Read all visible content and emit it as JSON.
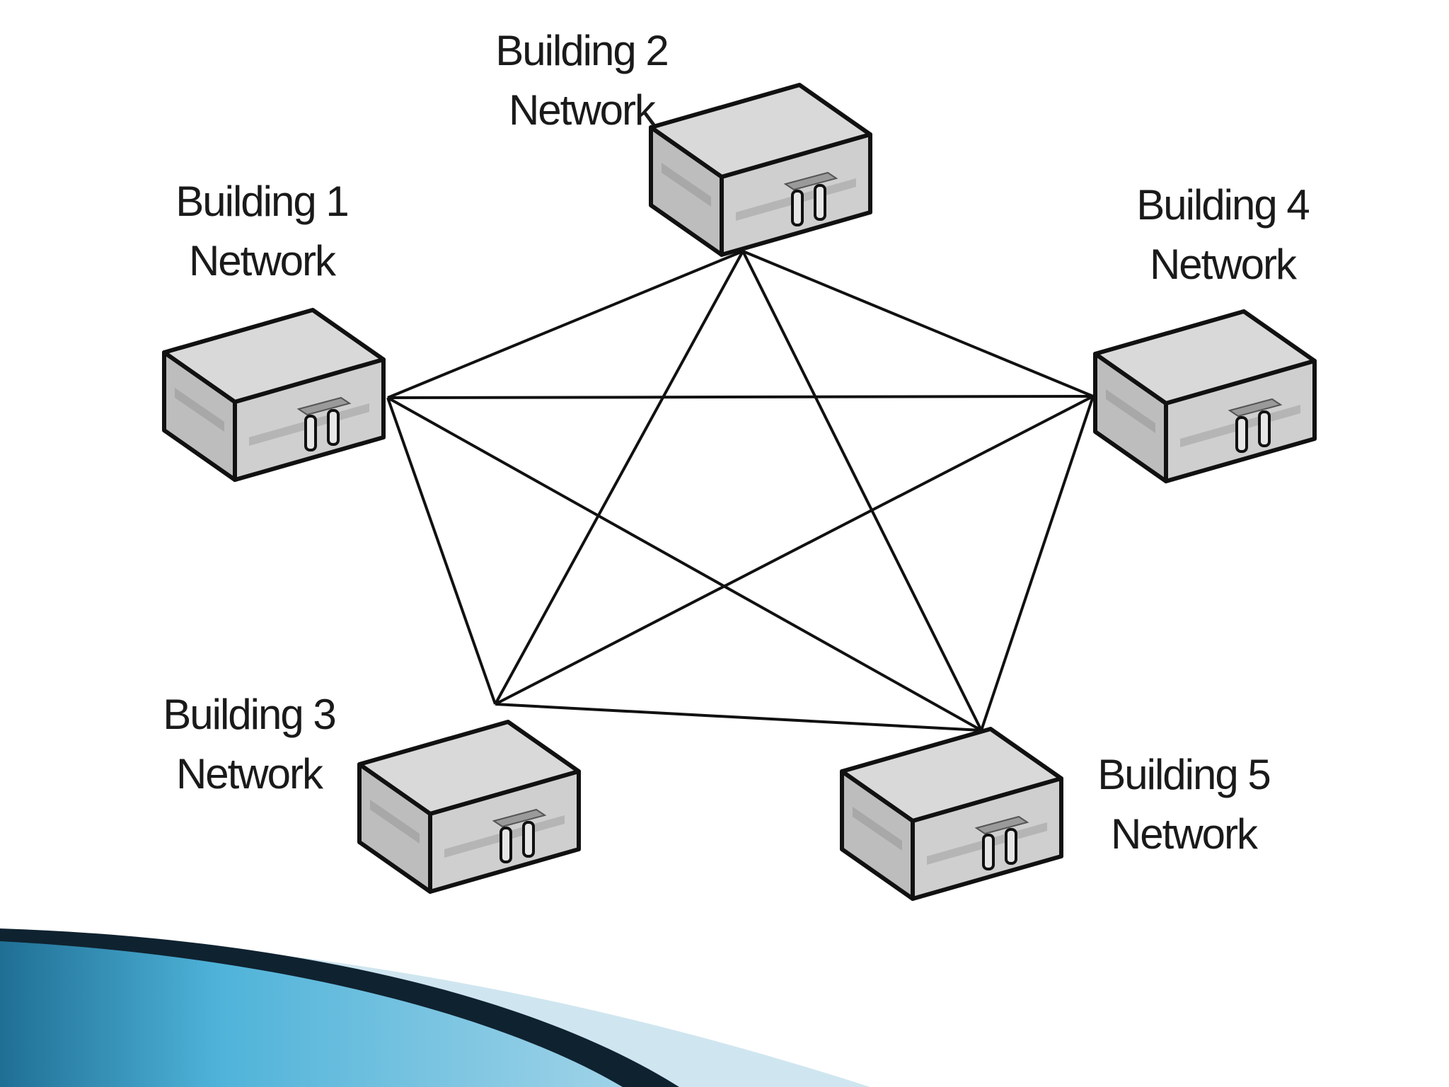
{
  "diagram": {
    "nodes": [
      {
        "id": "b1",
        "line1": "Building 1",
        "line2": "Network"
      },
      {
        "id": "b2",
        "line1": "Building 2",
        "line2": "Network"
      },
      {
        "id": "b3",
        "line1": "Building 3",
        "line2": "Network"
      },
      {
        "id": "b4",
        "line1": "Building 4",
        "line2": "Network"
      },
      {
        "id": "b5",
        "line1": "Building 5",
        "line2": "Network"
      }
    ],
    "links": [
      [
        "b1",
        "b2"
      ],
      [
        "b1",
        "b3"
      ],
      [
        "b1",
        "b4"
      ],
      [
        "b1",
        "b5"
      ],
      [
        "b2",
        "b3"
      ],
      [
        "b2",
        "b4"
      ],
      [
        "b2",
        "b5"
      ],
      [
        "b3",
        "b4"
      ],
      [
        "b3",
        "b5"
      ],
      [
        "b4",
        "b5"
      ]
    ]
  },
  "theme": {
    "band_dark": "#0f2230",
    "band_blue": "#2a8fb8",
    "band_light": "#cfe6f0",
    "device_top": "#d9d9d9",
    "device_side": "#bdbdbd",
    "device_outline": "#111111"
  }
}
